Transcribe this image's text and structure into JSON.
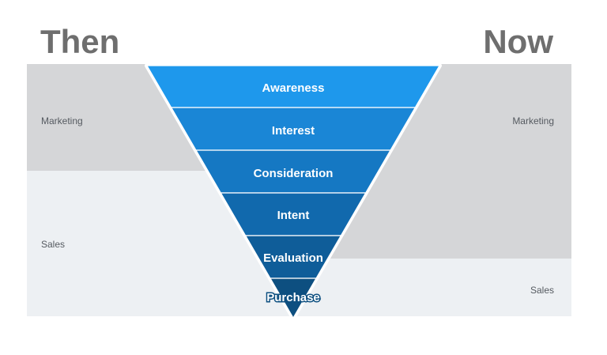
{
  "then": {
    "title": "Then",
    "marketing_label": "Marketing",
    "sales_label": "Sales"
  },
  "now": {
    "title": "Now",
    "marketing_label": "Marketing",
    "sales_label": "Sales"
  },
  "funnel": {
    "stages": [
      {
        "label": "Awareness",
        "color": "#1e98ec"
      },
      {
        "label": "Interest",
        "color": "#1a86d6"
      },
      {
        "label": "Consideration",
        "color": "#1578c3"
      },
      {
        "label": "Intent",
        "color": "#1169ad"
      },
      {
        "label": "Evaluation",
        "color": "#0f5d99"
      },
      {
        "label": "Purchase",
        "color": "#0d4f80"
      }
    ]
  },
  "colors": {
    "marketing_band": "#d5d6d8",
    "sales_band": "#edf0f3",
    "heading": "#6e6e6e"
  }
}
